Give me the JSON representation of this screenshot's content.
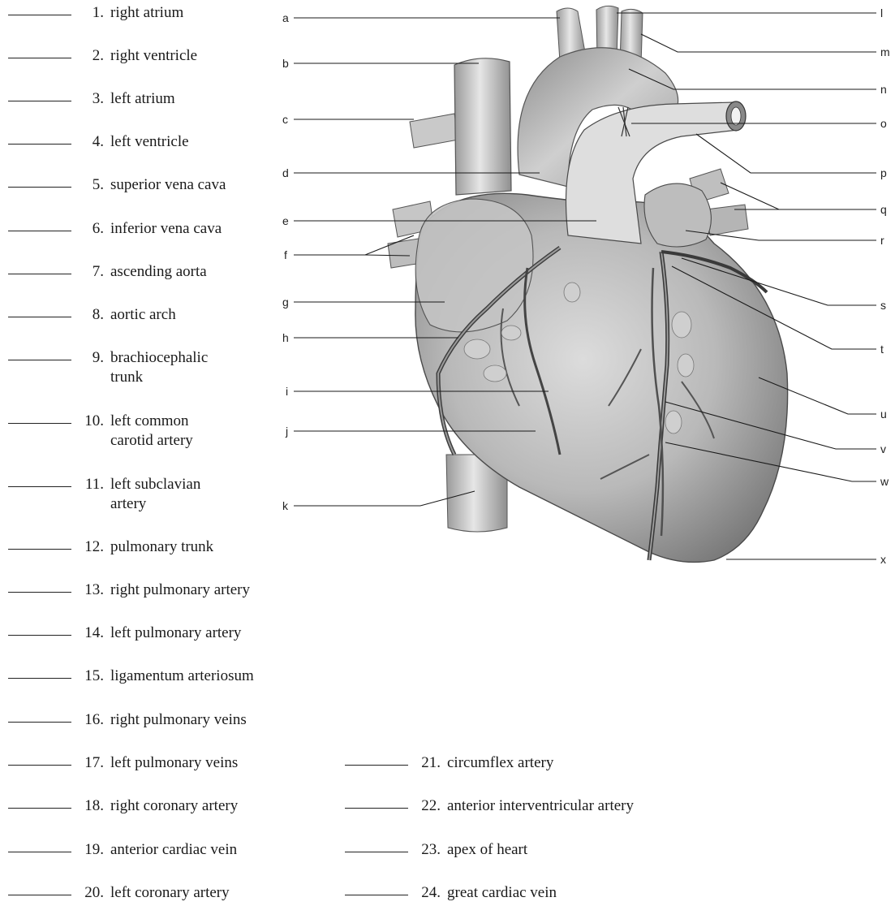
{
  "left_items": [
    {
      "num": "1.",
      "text": "right atrium",
      "text2": ""
    },
    {
      "num": "2.",
      "text": "right ventricle",
      "text2": ""
    },
    {
      "num": "3.",
      "text": "left atrium",
      "text2": ""
    },
    {
      "num": "4.",
      "text": "left ventricle",
      "text2": ""
    },
    {
      "num": "5.",
      "text": "superior vena cava",
      "text2": ""
    },
    {
      "num": "6.",
      "text": "inferior vena cava",
      "text2": ""
    },
    {
      "num": "7.",
      "text": "ascending aorta",
      "text2": ""
    },
    {
      "num": "8.",
      "text": "aortic arch",
      "text2": ""
    },
    {
      "num": "9.",
      "text": "brachiocephalic",
      "text2": "trunk"
    },
    {
      "num": "10.",
      "text": "left common",
      "text2": "carotid artery"
    },
    {
      "num": "11.",
      "text": "left subclavian",
      "text2": "artery"
    },
    {
      "num": "12.",
      "text": "pulmonary trunk",
      "text2": ""
    },
    {
      "num": "13.",
      "text": "right pulmonary artery",
      "text2": ""
    },
    {
      "num": "14.",
      "text": "left pulmonary artery",
      "text2": ""
    },
    {
      "num": "15.",
      "text": "ligamentum arteriosum",
      "text2": ""
    },
    {
      "num": "16.",
      "text": "right pulmonary veins",
      "text2": ""
    },
    {
      "num": "17.",
      "text": "left pulmonary veins",
      "text2": ""
    },
    {
      "num": "18.",
      "text": "right coronary artery",
      "text2": ""
    },
    {
      "num": "19.",
      "text": "anterior cardiac vein",
      "text2": ""
    },
    {
      "num": "20.",
      "text": "left coronary artery",
      "text2": ""
    }
  ],
  "right_items": [
    {
      "num": "21.",
      "text": "circumflex artery"
    },
    {
      "num": "22.",
      "text": "anterior interventricular artery"
    },
    {
      "num": "23.",
      "text": "apex of heart"
    },
    {
      "num": "24.",
      "text": "great cardiac vein"
    }
  ],
  "diagram_labels": {
    "a": "a",
    "b": "b",
    "c": "c",
    "d": "d",
    "e": "e",
    "f": "f",
    "g": "g",
    "h": "h",
    "i": "i",
    "j": "j",
    "k": "k",
    "l": "l",
    "m": "m",
    "n": "n",
    "o": "o",
    "p": "p",
    "q": "q",
    "r": "r",
    "s": "s",
    "t": "t",
    "u": "u",
    "v": "v",
    "w": "w",
    "x": "x"
  },
  "colors": {
    "ink": "#1a1a1a",
    "heart_light": "#d9d9d9",
    "heart_mid": "#a8a8a8",
    "heart_dark": "#6e6e6e",
    "vessel": "#4a4a4a"
  }
}
